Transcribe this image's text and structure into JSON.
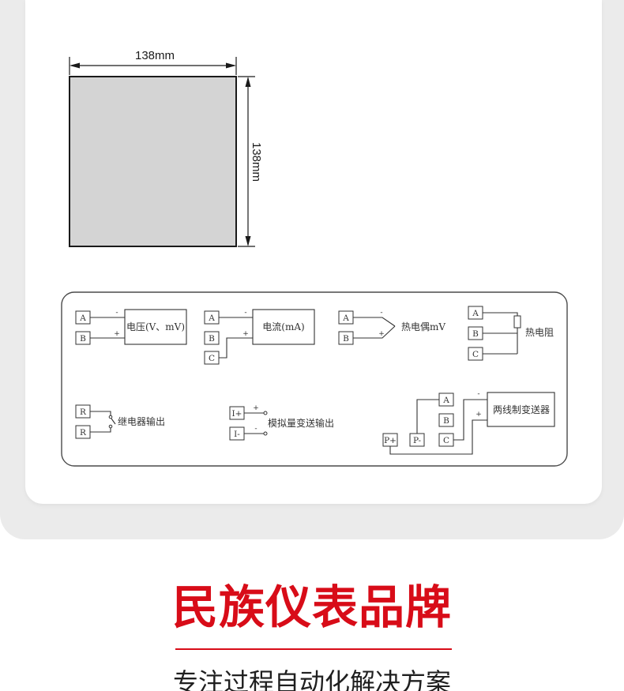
{
  "dimension_drawing": {
    "width_label": "138mm",
    "height_label": "138mm"
  },
  "wiring": {
    "voltage": {
      "terminals": [
        "A",
        "B"
      ],
      "minus": "-",
      "plus": "+",
      "device": "电压(V、mV)"
    },
    "current": {
      "terminals": [
        "A",
        "B",
        "C"
      ],
      "minus": "-",
      "plus": "+",
      "device": "电流(mA)"
    },
    "thermocouple": {
      "terminals": [
        "A",
        "B"
      ],
      "minus": "-",
      "plus": "+",
      "label": "热电偶mV"
    },
    "rtd": {
      "terminals": [
        "A",
        "B",
        "C"
      ],
      "label": "热电阻"
    },
    "relay": {
      "terminals": [
        "R",
        "R"
      ],
      "label": "继电器输出"
    },
    "analog": {
      "terminals": [
        "I+",
        "I-"
      ],
      "plus": "+",
      "minus": "-",
      "label": "模拟量变送输出"
    },
    "two_wire": {
      "terminals": [
        "A",
        "B",
        "C"
      ],
      "power": [
        "P+",
        "P-"
      ],
      "minus": "-",
      "plus": "+",
      "device": "两线制变送器"
    }
  },
  "brand": {
    "title": "民族仪表品牌",
    "subtitle": "专注过程自动化解决方案"
  },
  "colors": {
    "accent": "#d80c18",
    "panel": "#ebebeb",
    "cutout": "#d4d4d4"
  }
}
